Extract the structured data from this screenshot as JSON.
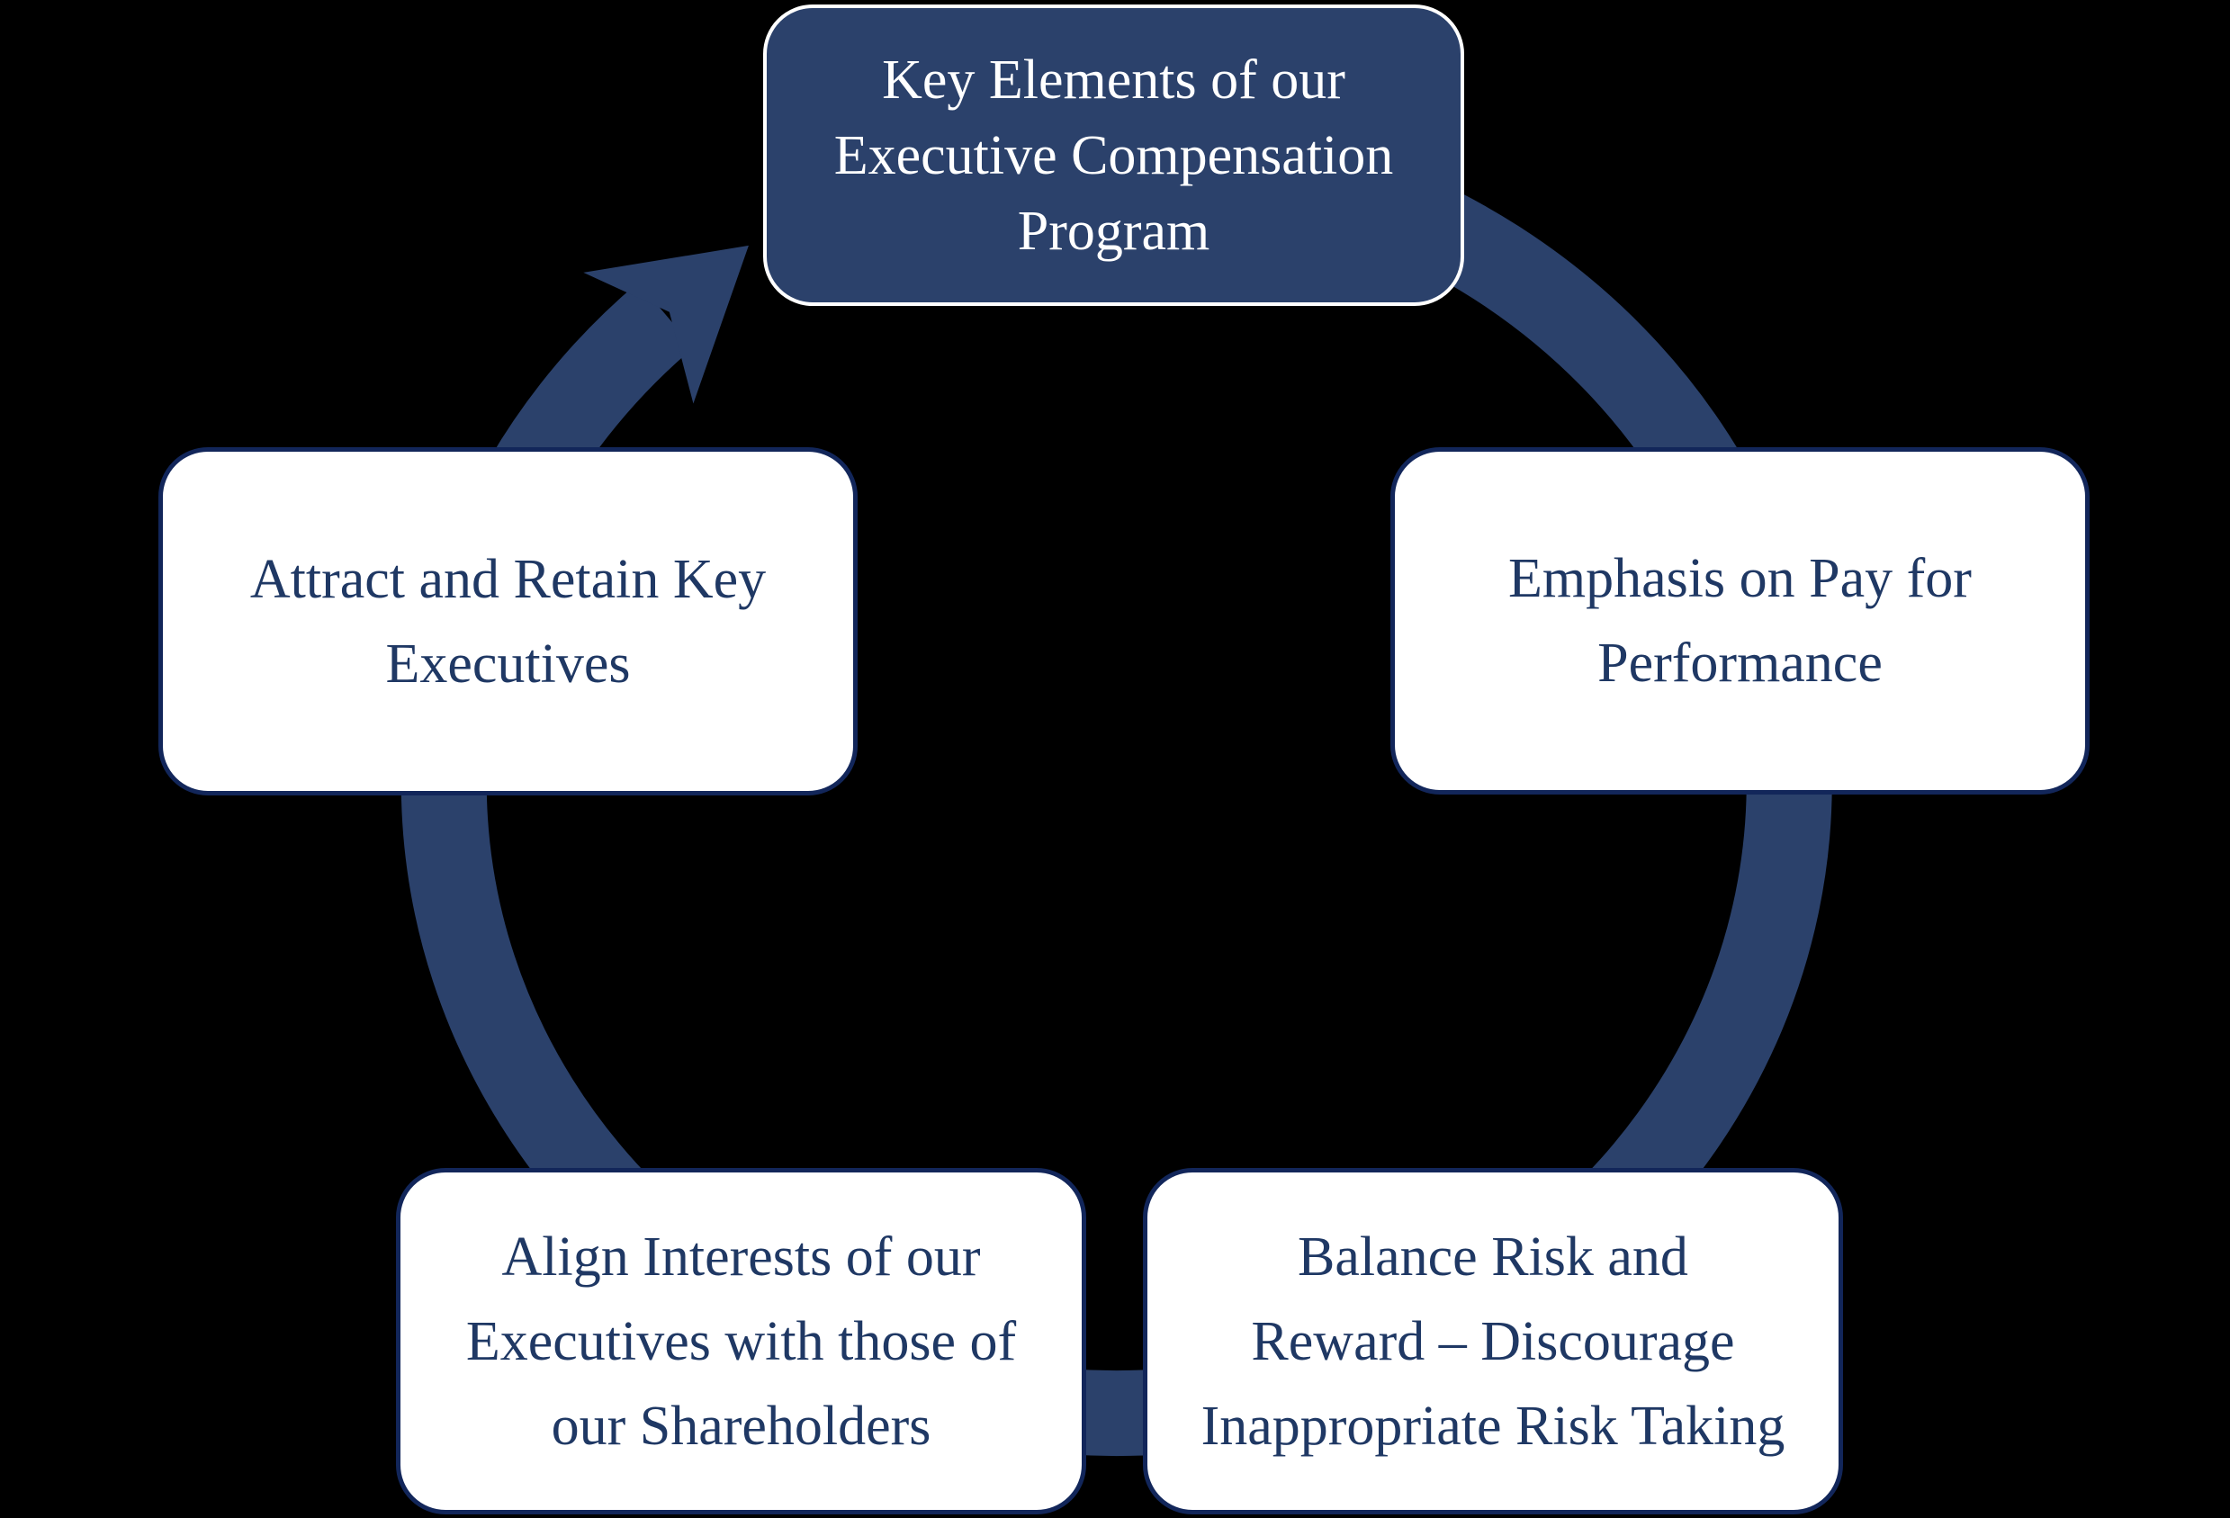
{
  "page": {
    "background": "#000000",
    "kind": "cycle-diagram"
  },
  "colors": {
    "ring": "#2B416B",
    "dark_box_fill": "#2B416B",
    "dark_box_border": "#FFFFFF",
    "light_box_fill": "#FFFFFF",
    "light_box_border": "#12265A",
    "dark_text": "#1F3864",
    "light_text": "#FFFFFF"
  },
  "diagram": {
    "type": "cycle",
    "flow": "clockwise",
    "nodes": [
      {
        "id": "top",
        "variant": "dark",
        "lines": [
          "Key Elements of our",
          "Executive Compensation",
          "Program"
        ]
      },
      {
        "id": "right",
        "variant": "light",
        "lines": [
          "Emphasis on Pay for",
          "Performance"
        ]
      },
      {
        "id": "bottom-right",
        "variant": "light",
        "lines": [
          "Balance Risk and",
          "Reward – Discourage",
          "Inappropriate Risk Taking"
        ]
      },
      {
        "id": "bottom-left",
        "variant": "light",
        "lines": [
          "Align Interests of our",
          "Executives with those of",
          "our Shareholders"
        ]
      },
      {
        "id": "left",
        "variant": "light",
        "lines": [
          "Attract and Retain Key",
          "Executives"
        ]
      }
    ]
  }
}
